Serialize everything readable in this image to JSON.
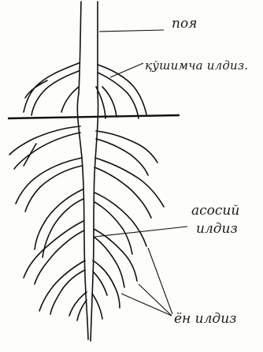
{
  "labels": {
    "stem": "поя",
    "adventitious_root": "қўшимча илдиз.",
    "main_root_line1": "асосий",
    "main_root_line2": "илдиз",
    "lateral_root": "ён илдиз"
  },
  "colors": {
    "ink": "#111111",
    "paper": "#fdfdfb"
  }
}
